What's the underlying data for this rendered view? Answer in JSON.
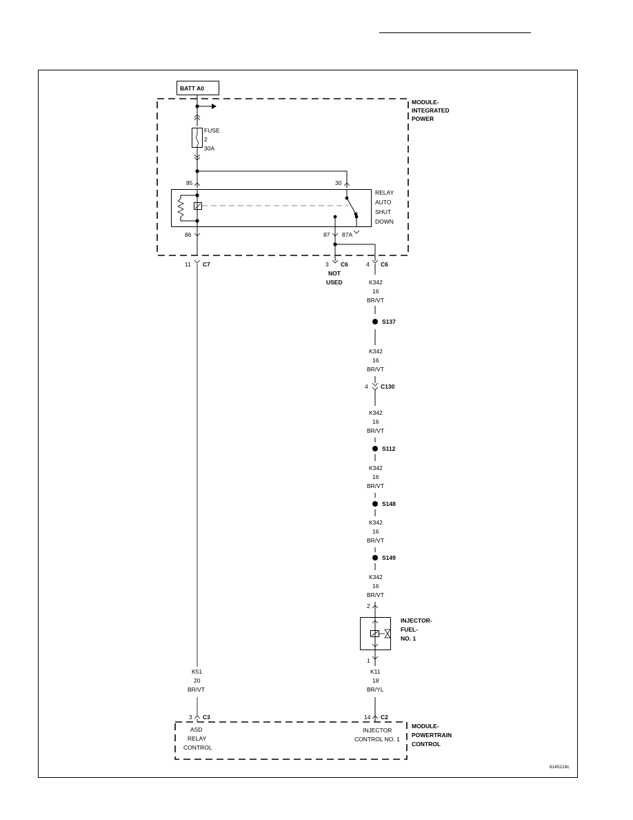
{
  "diagram": {
    "source": {
      "label": "BATT A0"
    },
    "module_ipm": {
      "label": [
        "MODULE-",
        "INTEGRATED",
        "POWER"
      ]
    },
    "fuse": {
      "label": [
        "FUSE",
        "2",
        "30A"
      ]
    },
    "relay": {
      "label": [
        "RELAY",
        "AUTO",
        "SHUT",
        "DOWN"
      ],
      "pins": {
        "p85": "85",
        "p30": "30",
        "p86": "86",
        "p87": "87",
        "p87a": "87A"
      }
    },
    "connectors": {
      "c7": {
        "pin": "11",
        "name": "C7"
      },
      "c6a": {
        "pin": "3",
        "name": "C6"
      },
      "c6b": {
        "pin": "4",
        "name": "C6"
      },
      "c130": {
        "pin": "4",
        "name": "C130"
      },
      "c3": {
        "pin": "3",
        "name": "C3"
      },
      "c2": {
        "pin": "14",
        "name": "C2"
      }
    },
    "not_used": [
      "NOT",
      "USED"
    ],
    "wire_k342": [
      "K342",
      "16",
      "BR/VT"
    ],
    "splices": {
      "s137": "S137",
      "s112": "S112",
      "s148": "S148",
      "s149": "S149"
    },
    "injector": {
      "label": [
        "INJECTOR-",
        "FUEL-",
        "NO. 1"
      ],
      "pin_top": "2",
      "pin_bottom": "1"
    },
    "wire_k11": [
      "K11",
      "18",
      "BR/YL"
    ],
    "wire_k51": [
      "K51",
      "20",
      "BR/VT"
    ],
    "module_pcm": {
      "label": [
        "MODULE-",
        "POWERTRAIN",
        "CONTROL"
      ]
    },
    "pcm_left": [
      "ASD",
      "RELAY",
      "CONTROL"
    ],
    "pcm_right": [
      "INJECTOR",
      "CONTROL NO. 1"
    ],
    "figure_id": "8145219c"
  }
}
